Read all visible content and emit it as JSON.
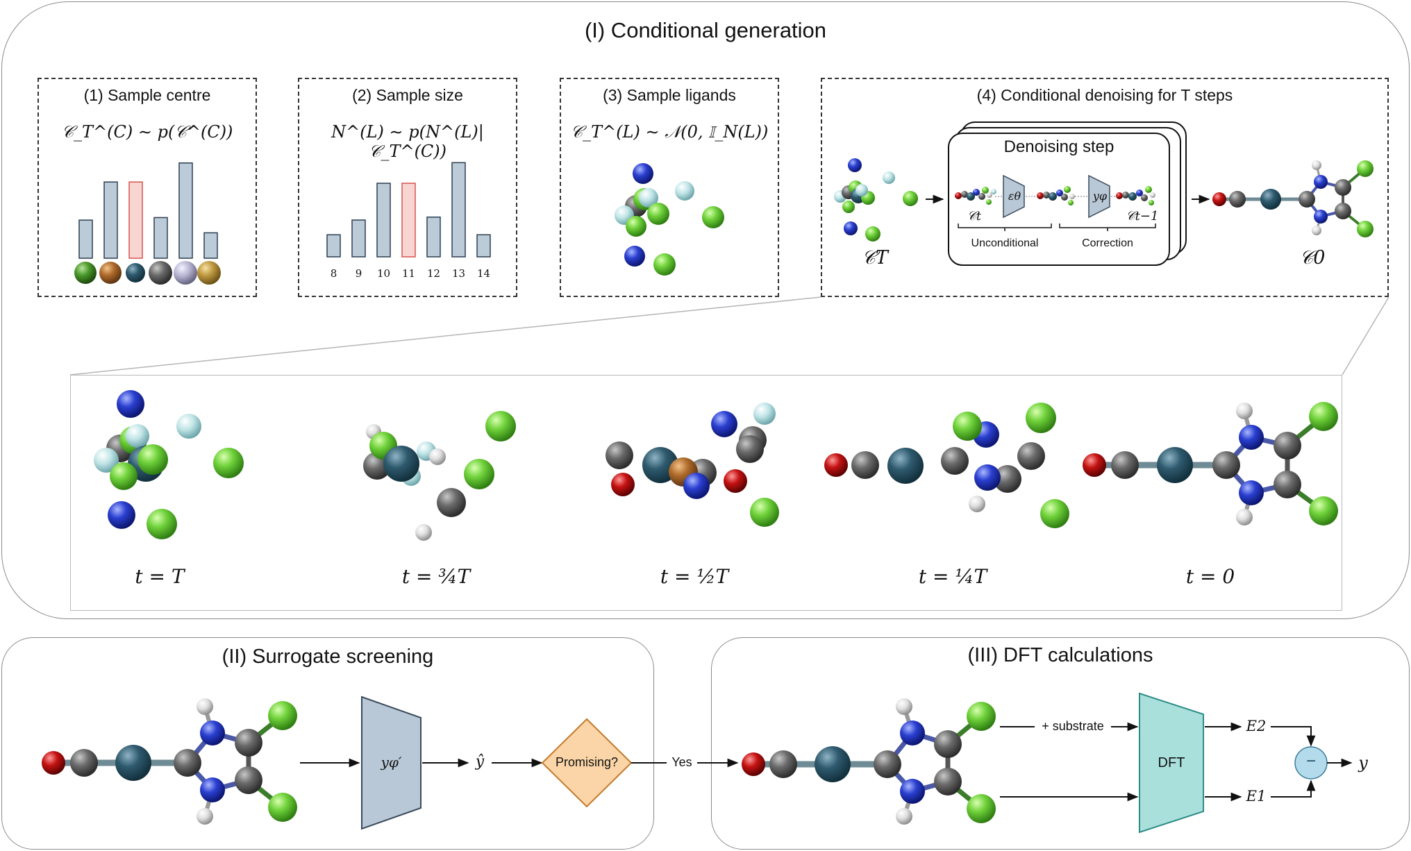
{
  "section1": {
    "title": "(I) Conditional generation",
    "step1": {
      "title": "(1) Sample centre",
      "formula": "𝒞_T^(C) ∼ p(𝒞^(C))"
    },
    "step2": {
      "title": "(2) Sample size",
      "formula": "N^(L) ∼ p(N^(L)|𝒞_T^(C))",
      "ticks": [
        "8",
        "9",
        "10",
        "11",
        "12",
        "13",
        "14"
      ]
    },
    "step3": {
      "title": "(3) Sample ligands",
      "formula": "𝒞_T^(L) ∼ 𝒩(0, 𝕀_N(L))"
    },
    "step4": {
      "title": "(4) Conditional denoising for T steps",
      "box_title": "Denoising step",
      "epsilon": "εθ",
      "y_phi": "yφ",
      "c_t": "𝒞t",
      "c_t_minus_1": "𝒞t−1",
      "unconditional": "Unconditional",
      "correction": "Correction",
      "c_T": "𝒞T",
      "c_0": "𝒞0"
    },
    "timeline": [
      "t = T",
      "t = ¾T",
      "t = ½T",
      "t = ¼T",
      "t = 0"
    ]
  },
  "section2": {
    "title": "(II) Surrogate screening",
    "model": "yφ′",
    "y_hat": "ŷ",
    "decision": "Promising?",
    "yes": "Yes"
  },
  "section3": {
    "title": "(III) DFT calculations",
    "substrate": "+ substrate",
    "dft": "DFT",
    "e2": "E2",
    "e1": "E1",
    "minus": "−",
    "y": "y"
  },
  "colors": {
    "bar_fill": "#bccbd8",
    "bar_highlight": "#f7d6d2",
    "bar_highlight_edge": "#d9534f",
    "model_fill": "#b9c8d6",
    "dft_fill": "#a9e0dc",
    "decision_fill": "#fbd5a7",
    "minus_fill": "#b4dbeb"
  },
  "chart_data": [
    {
      "type": "bar",
      "categories": [
        "green metal",
        "brown metal",
        "teal metal",
        "grey metal",
        "lavender metal",
        "gold metal"
      ],
      "values": [
        3,
        6,
        6,
        3.2,
        7.5,
        2
      ],
      "highlight_index": 2
    },
    {
      "type": "bar",
      "categories": [
        "8",
        "9",
        "10",
        "11",
        "12",
        "13",
        "14"
      ],
      "values": [
        1.5,
        2.5,
        5,
        5,
        2.7,
        6.4,
        1.5
      ],
      "highlight_index": 3
    }
  ]
}
